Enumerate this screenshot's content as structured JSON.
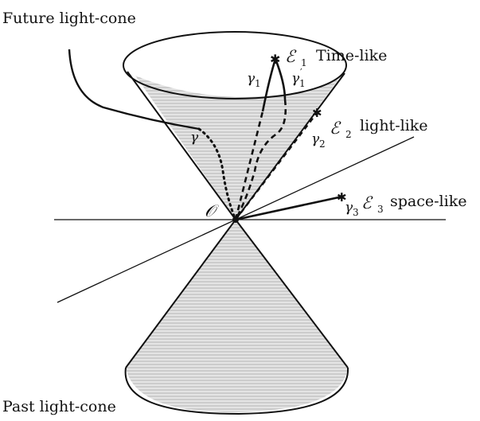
{
  "labels": {
    "future_cone": "Future light-cone",
    "past_cone": "Past light-cone",
    "origin": "𝒪",
    "e1_symbol": "ℰ",
    "e1_sub": "1",
    "e1_label": "Time-like",
    "e2_symbol": "ℰ",
    "e2_sub": "2",
    "e2_label": "light-like",
    "e3_symbol": "ℰ",
    "e3_sub": "3",
    "e3_label": "space-like",
    "gamma": "γ",
    "gamma1": "γ",
    "gamma1_sub": "1",
    "gamma1p": "γ",
    "gamma1p_sub": "1",
    "gamma1p_prime": "′",
    "gamma2": "γ",
    "gamma2_sub": "2",
    "gamma3": "γ",
    "gamma3_sub": "3",
    "event_marker": "✱"
  },
  "colors": {
    "stroke": "#111111",
    "cone_shade": "#d6d6d6",
    "cone_shade_dark": "#b8b8b8"
  }
}
